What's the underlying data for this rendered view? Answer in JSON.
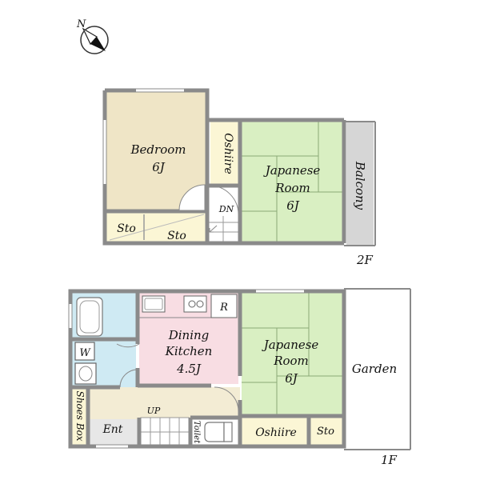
{
  "compass": {
    "north": "N",
    "icon": "compass-icon"
  },
  "colors": {
    "wall": "#8a8a8a",
    "bedroom": "#efe5c6",
    "japanese": "#d9efc2",
    "oshiire": "#fbf6d5",
    "bath": "#cfeaf3",
    "kitchen": "#f8dde3",
    "corridor": "#f3ecd4",
    "balcony": "#d6d6d6",
    "white": "#ffffff"
  },
  "floor2": {
    "label": "2F",
    "bedroom": {
      "name": "Bedroom",
      "size": "6J"
    },
    "oshiire": "Oshiire",
    "japanese": {
      "name_1": "Japanese",
      "name_2": "Room",
      "size": "6J"
    },
    "balcony": "Balcony",
    "sto_left": "Sto",
    "sto_right": "Sto",
    "stairs": "DN"
  },
  "floor1": {
    "label": "1F",
    "washer": "W",
    "fridge": "R",
    "kitchen": {
      "name_1": "Dining",
      "name_2": "Kitchen",
      "size": "4.5J"
    },
    "japanese": {
      "name_1": "Japanese",
      "name_2": "Room",
      "size": "6J"
    },
    "garden": "Garden",
    "shoes_box": "Shoes Box",
    "entrance": "Ent",
    "stairs": "UP",
    "toilet": "Toilet",
    "oshiire": "Oshiire",
    "sto": "Sto"
  }
}
